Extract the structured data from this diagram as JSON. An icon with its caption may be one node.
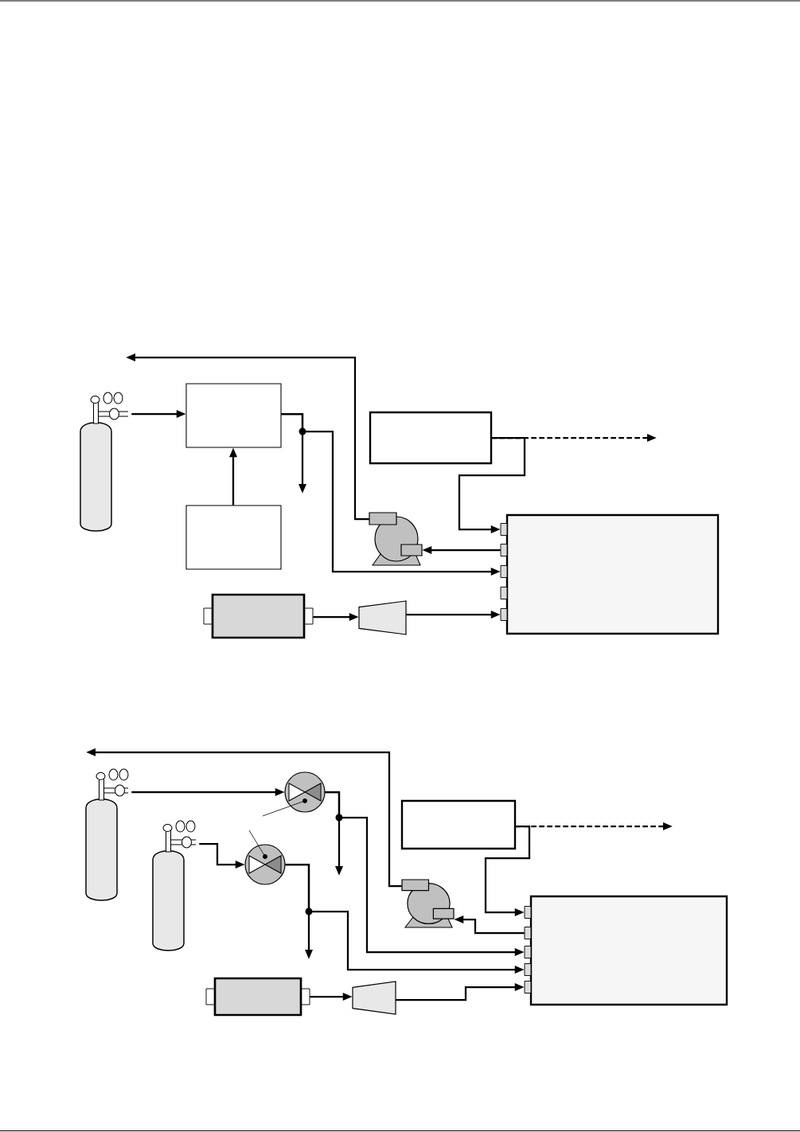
{
  "diagram": {
    "nodes": [
      {
        "text": [],
        "shape": "cylinder"
      },
      {
        "text": [],
        "shape": "box"
      },
      {
        "text": [],
        "shape": "box"
      },
      {
        "text": [],
        "shape": "box"
      },
      {
        "text": [],
        "shape": "box"
      },
      {
        "text": [],
        "shape": "pump"
      },
      {
        "text": [],
        "shape": "box"
      },
      {
        "text": [],
        "shape": "trapezoid"
      },
      {
        "text": [],
        "shape": "cylinder"
      },
      {
        "text": [],
        "shape": "cylinder"
      },
      {
        "text": [],
        "shape": "valve"
      },
      {
        "text": [],
        "shape": "valve"
      },
      {
        "text": [],
        "shape": "box"
      },
      {
        "text": [],
        "shape": "box"
      },
      {
        "text": [],
        "shape": "pump"
      },
      {
        "text": [],
        "shape": "box"
      },
      {
        "text": [],
        "shape": "trapezoid"
      }
    ],
    "edges": [
      {
        "from": 0,
        "to": 1,
        "arrow": "to"
      },
      {
        "from": 2,
        "to": 1,
        "arrow": "to"
      },
      {
        "from": 1,
        "to": null,
        "arrow": "to"
      },
      {
        "from": 1,
        "to": 4,
        "arrow": "to"
      },
      {
        "from": 5,
        "to": null,
        "arrow": "to"
      },
      {
        "from": 4,
        "to": 5,
        "arrow": "to"
      },
      {
        "from": 3,
        "to": 4,
        "arrow": "to"
      },
      {
        "from": 3,
        "to": null,
        "arrow": "to",
        "style": "dashed"
      },
      {
        "from": 6,
        "to": 7,
        "arrow": "to"
      },
      {
        "from": 7,
        "to": 4,
        "arrow": "to"
      },
      {
        "from": 8,
        "to": 10,
        "arrow": "to"
      },
      {
        "from": 9,
        "to": 11,
        "arrow": "to"
      },
      {
        "from": 10,
        "to": null,
        "arrow": "to"
      },
      {
        "from": 10,
        "to": 13,
        "arrow": "to"
      },
      {
        "from": 11,
        "to": null,
        "arrow": "to"
      },
      {
        "from": 11,
        "to": 13,
        "arrow": "to"
      },
      {
        "from": 14,
        "to": null,
        "arrow": "to"
      },
      {
        "from": 13,
        "to": 14,
        "arrow": "to"
      },
      {
        "from": 12,
        "to": 13,
        "arrow": "to"
      },
      {
        "from": 12,
        "to": null,
        "arrow": "to",
        "style": "dashed"
      },
      {
        "from": 15,
        "to": 16,
        "arrow": "to"
      },
      {
        "from": 16,
        "to": 13,
        "arrow": "to"
      },
      {
        "from": null,
        "to": 10,
        "arrow": "none"
      },
      {
        "from": null,
        "to": 11,
        "arrow": "none"
      }
    ]
  }
}
